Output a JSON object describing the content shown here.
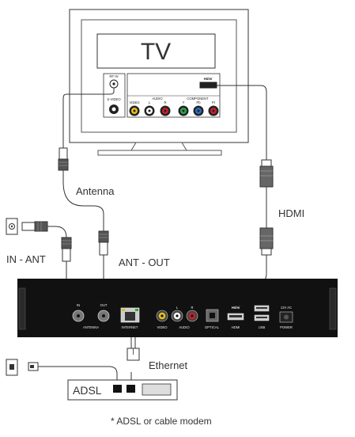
{
  "tv": {
    "title": "TV",
    "ports": {
      "rf_in": "RF IN",
      "s_video": "S-VIDEO",
      "video": "VIDEO",
      "audio": "AUDIO",
      "audio_l": "L",
      "audio_r": "R",
      "component": "COMPONENT",
      "y": "Y",
      "pb": "Pb",
      "pr": "Pr",
      "hdmi": "Hdmi"
    }
  },
  "labels": {
    "antenna": "Antenna",
    "hdmi": "HDMI",
    "in_ant": "IN - ANT",
    "ant_out": "ANT - OUT",
    "ethernet": "Ethernet",
    "adsl": "ADSL",
    "footnote": "* ADSL or cable modem"
  },
  "box": {
    "in": "IN",
    "out": "OUT",
    "antenna": "ANTENNA",
    "internet": "INTERNET",
    "l": "L",
    "r": "R",
    "video": "VIDEO",
    "audio": "AUDIO",
    "optical": "OPTICAL",
    "hdmi_logo": "Hdmi",
    "hdmi": "HDMI",
    "usb": "USB",
    "ac": "12V AC",
    "power": "POWER"
  },
  "colors": {
    "video": "#e8c21a",
    "audio_l": "#ffffff",
    "audio_r": "#c8202a",
    "comp_y": "#2aa84a",
    "comp_pb": "#2a6fc8",
    "comp_pr": "#c8202a"
  }
}
